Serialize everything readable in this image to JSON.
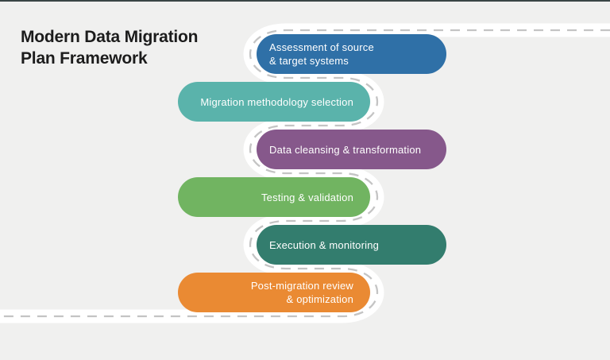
{
  "page": {
    "background_color": "#F0F0EF",
    "top_edge_color": "#3A4545"
  },
  "title": {
    "text": "Modern Data Migration\nPlan Framework",
    "color": "#1C1C1C"
  },
  "diagram": {
    "road": {
      "surface_color": "#FFFFFF",
      "dash_color": "#C4C4C4"
    },
    "steps": [
      {
        "label": "Assessment of source\n& target systems",
        "color": "#2F70A7"
      },
      {
        "label": "Migration methodology selection",
        "color": "#5AB3AB"
      },
      {
        "label": "Data cleansing & transformation",
        "color": "#86588B"
      },
      {
        "label": "Testing & validation",
        "color": "#71B461"
      },
      {
        "label": "Execution & monitoring",
        "color": "#337D6E"
      },
      {
        "label": "Post-migration review\n& optimization",
        "color": "#EA8A33"
      }
    ]
  }
}
